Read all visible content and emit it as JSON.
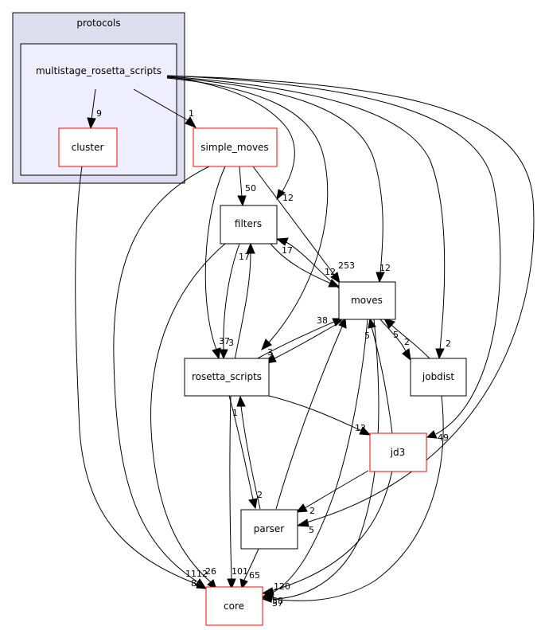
{
  "colors": {
    "outer_cluster_fill": "#dedeee",
    "inner_cluster_fill": "#eeeeff",
    "node_border_red": "#ff0000",
    "node_border_black": "#000000",
    "edge": "#000000"
  },
  "clusters": {
    "outer": "protocols",
    "inner": "multistage_rosetta_scripts"
  },
  "nodes": {
    "cluster": "cluster",
    "simple_moves": "simple_moves",
    "filters": "filters",
    "moves": "moves",
    "rosetta_scripts": "rosetta_scripts",
    "jobdist": "jobdist",
    "jd3": "jd3",
    "parser": "parser",
    "core": "core"
  },
  "edge_labels": {
    "msrs_cluster": "9",
    "msrs_simple_moves": "1",
    "simple_moves_filters": "50",
    "msrs_filters": "12",
    "filters_moves_a": "17",
    "filters_moves_b": "12",
    "simple_moves_moves": "253",
    "msrs_moves": "12",
    "rs_filters": "17",
    "filters_rs": "37",
    "simple_moves_rs": "3",
    "msrs_rs": "3",
    "rs_moves": "38",
    "moves_rs": "2",
    "moves_jobdist": "2",
    "jobdist_moves": "5",
    "msrs_jobdist": "2",
    "moves_core": "5",
    "rs_jd3": "12",
    "msrs_jd3": "49",
    "rs_parser": "2",
    "parser_rs": "1",
    "jd3_parser": "2",
    "msrs_parser": "5",
    "cluster_core": "8",
    "simple_moves_core": "1112",
    "filters_core": "26",
    "rs_core": "101",
    "parser_core": "65",
    "jd3_core": "120",
    "jobdist_core": "57",
    "moves_core_b": "58"
  }
}
